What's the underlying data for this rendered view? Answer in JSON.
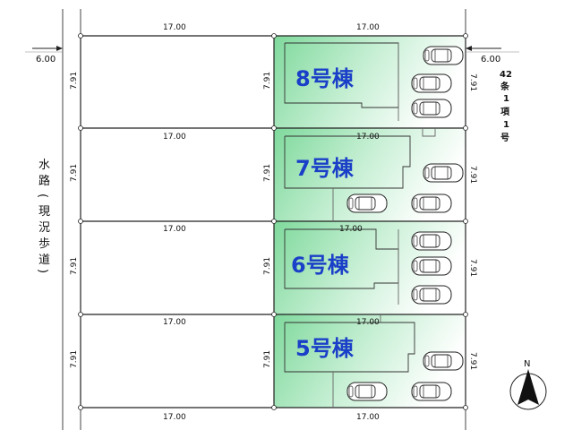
{
  "road_left": {
    "width": "6.00",
    "waterway_label": [
      "水",
      "路",
      "(",
      "現",
      "況",
      "歩",
      "道",
      ")"
    ]
  },
  "road_right": {
    "width": "6.00",
    "law_label": [
      "42",
      "条",
      "1",
      "項",
      "1",
      "号"
    ]
  },
  "dimensions": {
    "lot_width": "17.00",
    "lot_depth": "7.91"
  },
  "rows": [
    {
      "unit": "8号棟",
      "top_dims": [
        "17.00",
        "17.00"
      ],
      "depth_left": "7.91",
      "depth_mid": "7.91",
      "depth_right": "7.91"
    },
    {
      "unit": "7号棟",
      "top_dims": [
        "17.00",
        "17.00"
      ],
      "depth_left": "7.91",
      "depth_mid": "7.91",
      "depth_right": "7.91"
    },
    {
      "unit": "6号棟",
      "top_dims": [
        "17.00",
        "17.00"
      ],
      "depth_left": "7.91",
      "depth_mid": "7.91",
      "depth_right": "7.91"
    },
    {
      "unit": "5号棟",
      "top_dims": [
        "17.00",
        "17.00"
      ],
      "depth_left": "7.91",
      "depth_mid": "7.91",
      "depth_right": "7.91"
    }
  ],
  "bottom_dims": [
    "17.00",
    "17.00"
  ],
  "compass": {
    "label": "N"
  },
  "colors": {
    "lot_fill": "#9fe3b5",
    "unit_text": "#1a3fc8",
    "line": "#222222"
  }
}
